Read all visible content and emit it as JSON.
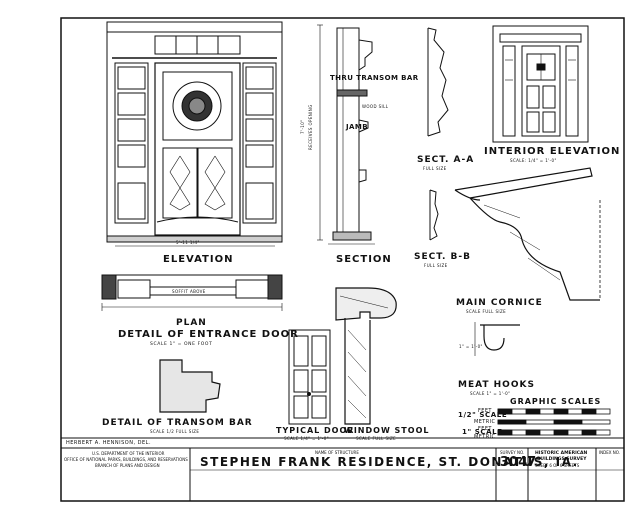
{
  "views": {
    "elevation": "ELEVATION",
    "elevation_dim": "5'-11 1/4\"",
    "height_dim": "7'-10\"",
    "height_sub": "RECEIVES OPENING",
    "section": "SECTION",
    "thru_transom_bar": "THRU TRANSOM BAR",
    "jamb": "JAMB",
    "section_note": "WOOD SILL",
    "sect_aa": "SECT. A-A",
    "sect_aa_scale": "FULL SIZE",
    "sect_bb": "SECT. B-B",
    "sect_bb_scale": "FULL SIZE",
    "interior_elevation": "INTERIOR  ELEVATION",
    "interior_scale": "SCALE: 1/4\" = 1'-0\"",
    "plan": "PLAN",
    "detail_entrance": "DETAIL  OF  ENTRANCE  DOOR",
    "detail_entrance_scale": "SCALE  1\" = ONE FOOT",
    "soffit": "SOFFIT  ABOVE",
    "main_cornice": "MAIN  CORNICE",
    "main_cornice_scale": "SCALE  FULL  SIZE",
    "meat_hooks": "MEAT  HOOKS",
    "meat_hooks_scale": "SCALE  1\" = 1'-0\"",
    "meat_hooks_dim": "1\" = 1'-0\"",
    "graphic_scales": "GRAPHIC   SCALES",
    "half_scale": "1/2\" SCALE",
    "one_scale": "1\" SCALE",
    "feet": "FEET",
    "metric": "METRIC",
    "transom_bar": "DETAIL  OF  TRANSOM BAR",
    "transom_bar_scale": "SCALE  1/2  FULL  SIZE",
    "typical_door": "TYPICAL  DOOR",
    "typical_door_scale": "SCALE  1/4\" = 1'-0\"",
    "window_stool": "WINDOW  STOOL",
    "window_stool_scale": "SCALE  FULL  SIZE"
  },
  "title_block": {
    "delineator": "HERBERT A. HENNISON, DEL.",
    "agency_1": "U.S. DEPARTMENT OF THE INTERIOR",
    "agency_2": "OFFICE OF NATIONAL PARKS, BUILDINGS, AND RESERVATIONS",
    "agency_3": "BRANCH OF PLANS AND DESIGN",
    "name_label": "NAME OF STRUCTURE",
    "title": "STEPHEN  FRANK  RESIDENCE,  ST. DONATUS,  IA.",
    "survey_label": "SURVEY NO.",
    "survey_no": "3047",
    "habs_1": "HISTORIC AMERICAN",
    "habs_2": "BUILDINGS SURVEY",
    "sheet_info": "SHEET 6 OF 6 SHEETS",
    "index_label": "INDEX NO."
  }
}
